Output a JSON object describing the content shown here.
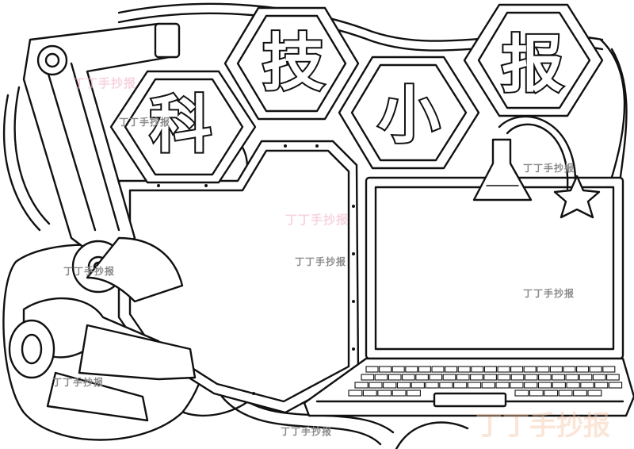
{
  "title": {
    "chars": [
      "科",
      "技",
      "小",
      "报"
    ]
  },
  "watermark": {
    "text": "丁丁手抄报"
  },
  "colors": {
    "ink": "#111111",
    "paper": "#ffffff",
    "watermark_gray": "#8a8a8a",
    "watermark_pink": "#f2b2c8",
    "watermark_orange": "#f7c7a8"
  },
  "icons": [
    "robot-arm-icon",
    "flask-icon",
    "star-icon",
    "laptop-icon",
    "keyboard-icon",
    "touchpad-icon",
    "hexagon-frame-icon",
    "cable-icon"
  ]
}
